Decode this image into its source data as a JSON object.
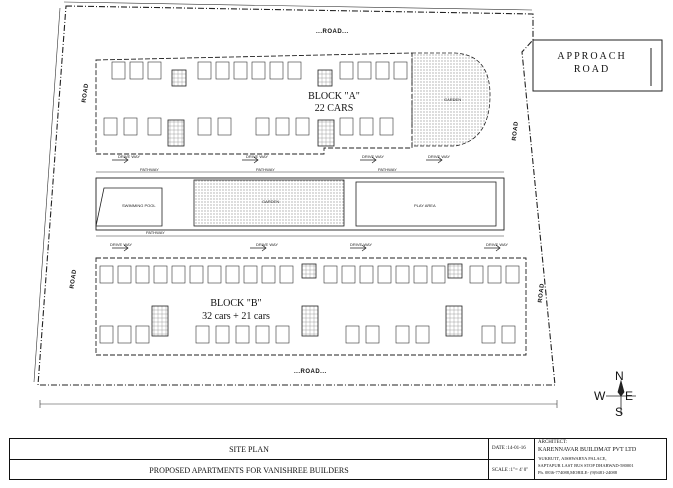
{
  "approach_road": {
    "line1": "APPROACH",
    "line2": "ROAD"
  },
  "roads": {
    "top": "...ROAD...",
    "bottom": "...ROAD...",
    "left_a": "ROAD",
    "left_b": "ROAD",
    "right_a": "ROAD",
    "right_b": "ROAD"
  },
  "block_a": {
    "name": "BLOCK \"A\"",
    "cars": "22 CARS"
  },
  "block_b": {
    "name": "BLOCK \"B\"",
    "cars": "32 cars + 21 cars"
  },
  "amenities": {
    "swimming_pool": "SWIMMING POOL",
    "play_area": "PLAY AREA",
    "garden": "GARDEN",
    "garden_top": "GARDEN",
    "pathway": "PATHWAY"
  },
  "driveway": "DRIVE WAY",
  "compass": {
    "n": "N",
    "s": "S",
    "e": "E",
    "w": "W"
  },
  "title_block": {
    "title": "SITE PLAN",
    "subtitle": "PROPOSED APARTMENTS FOR VANISHREE BUILDERS",
    "date_label": "DATE :",
    "date_value": "14-01-16",
    "scale_label": "SCALE :",
    "scale_value": "1\"= 4' 0\"",
    "architect_label": "ARCHITECT:",
    "architect_firm": "KARENNAVAR BUILDMAT PVT LTD",
    "address1": "'SUKRUTI', AISHWARYA PALACE,",
    "address2": "SAPTAPUR LAST BUS STOP DHARWAD-580001",
    "phone": "Ph. 0836-774088,MOBILE- (9)9481-24088"
  }
}
